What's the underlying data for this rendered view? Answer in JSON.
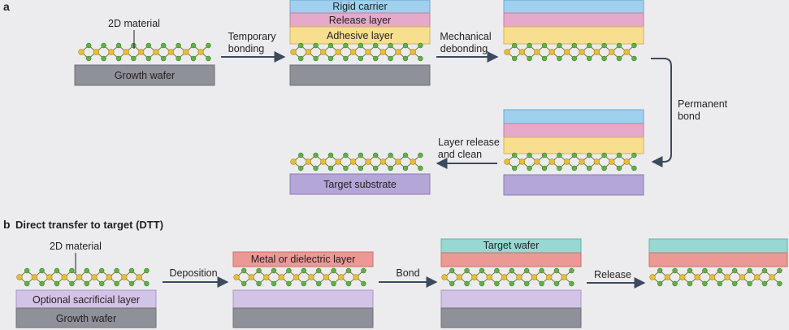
{
  "panel_a": {
    "letter": "a",
    "material_label": "2D material",
    "growth_wafer": "Growth wafer",
    "rigid_carrier": "Rigid carrier",
    "release_layer": "Release layer",
    "adhesive_layer": "Adhesive layer",
    "step_temporary_1": "Temporary",
    "step_temporary_2": "bonding",
    "step_mechanical_1": "Mechanical",
    "step_mechanical_2": "debonding",
    "step_permanent_1": "Permanent",
    "step_permanent_2": "bond",
    "step_layer_release_1": "Layer release",
    "step_layer_release_2": "and clean",
    "target_substrate": "Target substrate"
  },
  "panel_b": {
    "letter": "b",
    "title": "Direct transfer to target (DTT)",
    "material_label": "2D material",
    "sacrificial_layer": "Optional sacrificial layer",
    "growth_wafer": "Growth wafer",
    "step_deposition": "Deposition",
    "metal_layer": "Metal or dielectric layer",
    "step_bond": "Bond",
    "target_wafer": "Target wafer",
    "step_release": "Release"
  },
  "colors": {
    "background": "#ececee",
    "growth_wafer": "#8f9199",
    "rigid_carrier": "#9fd0ee",
    "release_layer": "#e6a9c9",
    "adhesive_layer": "#f7df8f",
    "target_substrate": "#b4a6d6",
    "sacrificial_layer": "#d2c4e6",
    "metal_layer": "#ec9996",
    "target_wafer": "#98d8d2",
    "arrow": "#3c4a5e",
    "atom_green": "#5fb247",
    "atom_yellow": "#e6bf3a",
    "bond": "#7a7a2a"
  }
}
